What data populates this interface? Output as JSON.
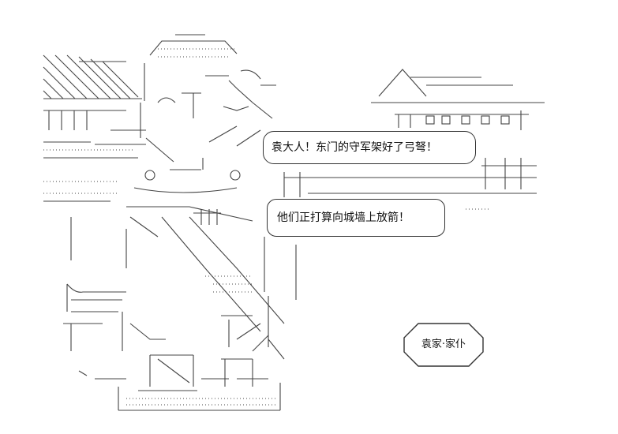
{
  "dialogue": [
    {
      "speaker_side": "upper",
      "text": "袁大人！东门的守军架好了弓弩！"
    },
    {
      "speaker_side": "lower",
      "text": "他们正打算向城墙上放箭！"
    }
  ],
  "character_tag": "袁家·家仆",
  "colors": {
    "ink": "#222222",
    "background": "#ffffff"
  }
}
